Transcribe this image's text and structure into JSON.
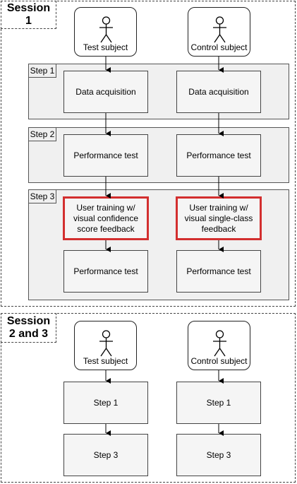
{
  "session1": {
    "title": "Session\n1"
  },
  "session2": {
    "title": "Session\n2 and 3"
  },
  "steps": {
    "step1": "Step 1",
    "step2": "Step 2",
    "step3": "Step 3"
  },
  "actors": {
    "test": "Test subject",
    "control": "Control subject"
  },
  "boxes": {
    "data_acquisition": "Data acquisition",
    "performance_test": "Performance test",
    "training_test": "User training w/ visual confidence score feedback",
    "training_control": "User training w/ visual single-class feedback",
    "step1": "Step 1",
    "step3": "Step 3"
  },
  "colors": {
    "highlight": "#d32f2f",
    "step_fill": "#f0f0f0",
    "box_fill": "#f5f5f5"
  }
}
